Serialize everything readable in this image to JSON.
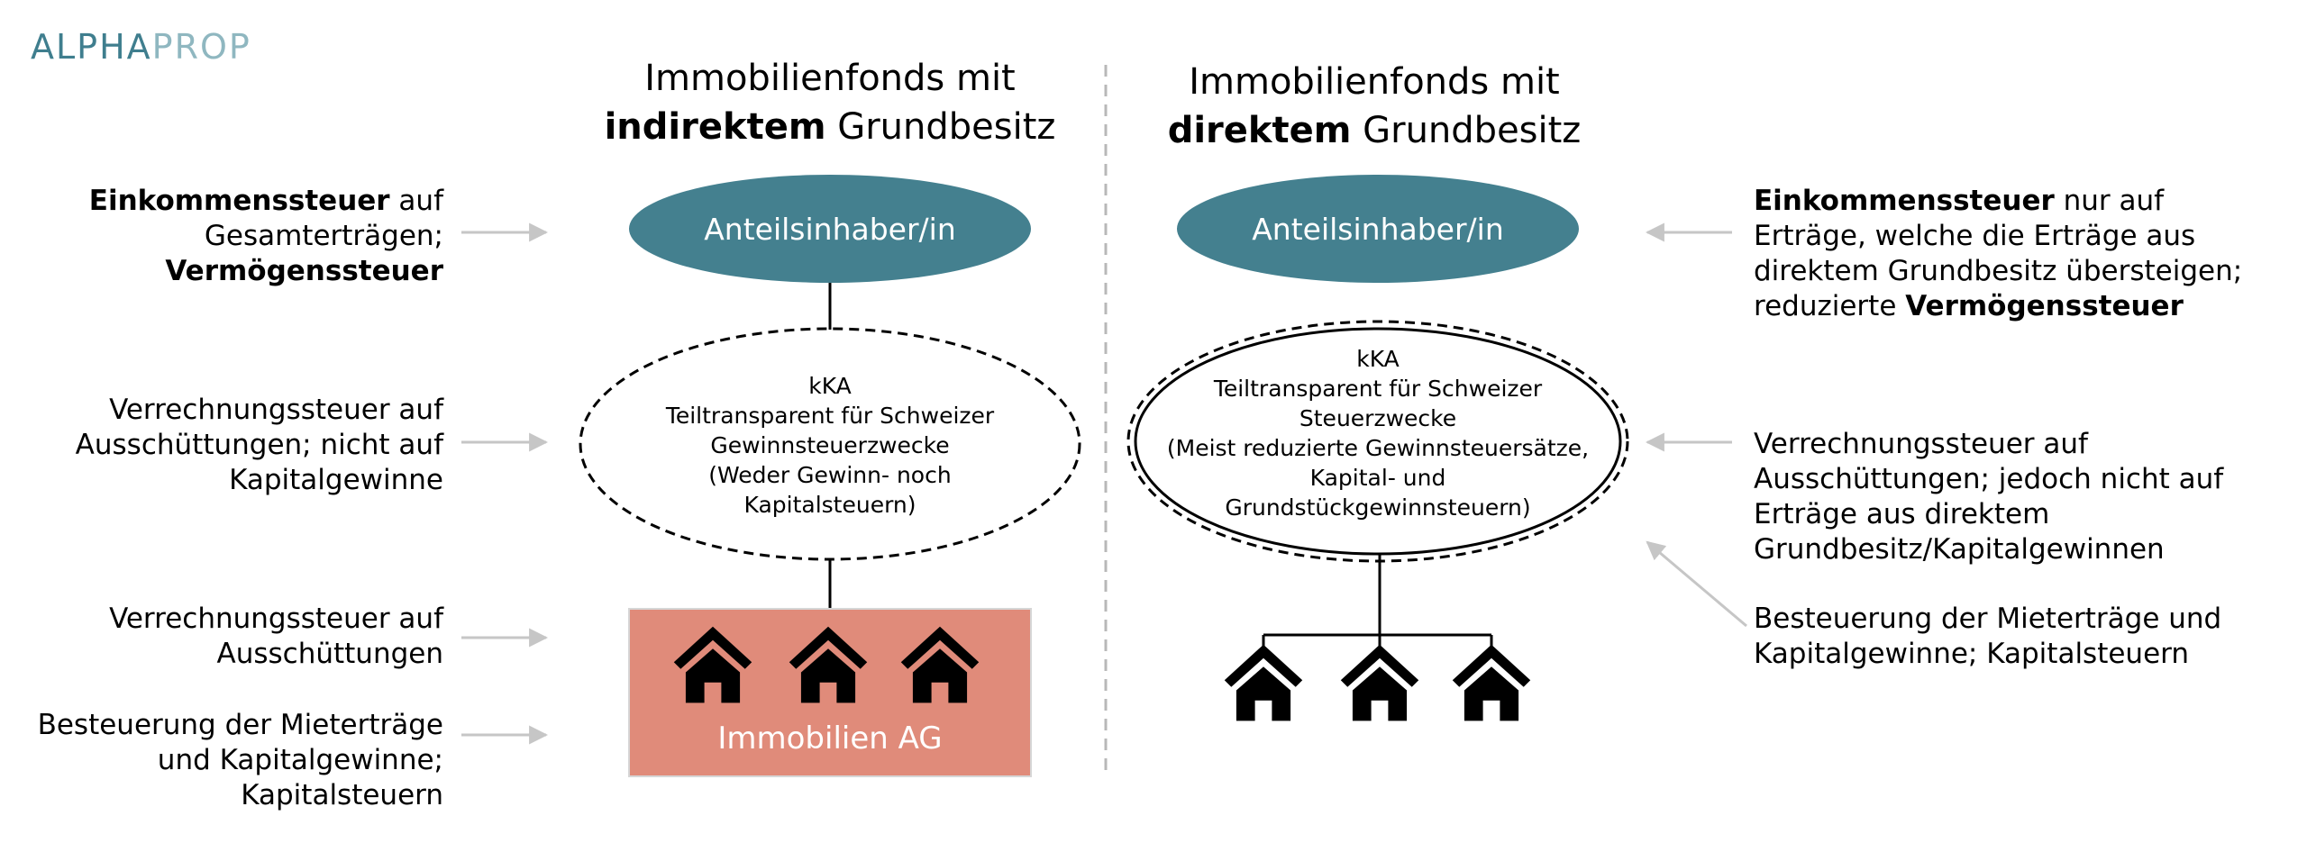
{
  "logo": {
    "part1": "ALPHA",
    "part2": "PROP"
  },
  "left_title": {
    "line1": "Immobilienfonds mit",
    "bold": "indirektem",
    "rest": " Grundbesitz"
  },
  "right_title": {
    "line1": "Immobilienfonds mit",
    "bold": "direktem",
    "rest": " Grundbesitz"
  },
  "shareholder_label": "Anteilsinhaber/in",
  "left_kka": {
    "lines": [
      "kKA",
      "Teiltransparent für Schweizer",
      "Gewinnsteuerzwecke",
      "(Weder Gewinn- noch",
      "Kapitalsteuern)"
    ]
  },
  "right_kka": {
    "lines": [
      "kKA",
      "Teiltransparent für Schweizer",
      "Steuerzwecke",
      "(Meist reduzierte Gewinnsteuersätze,",
      "Kapital- und",
      "Grundstückgewinnsteuern)"
    ]
  },
  "ag_label": "Immobilien AG",
  "left_notes": {
    "n1": {
      "b1": "Einkommenssteuer",
      "t1": " auf",
      "t2": "Gesamterträgen;",
      "b2": "Vermögenssteuer"
    },
    "n2": {
      "l1": "Verrechnungssteuer auf",
      "l2": "Ausschüttungen; nicht auf",
      "l3": "Kapitalgewinne"
    },
    "n3": {
      "l1": "Verrechnungssteuer auf",
      "l2": "Ausschüttungen"
    },
    "n4": {
      "l1": "Besteuerung der Mieterträge",
      "l2": "und Kapitalgewinne;",
      "l3": "Kapitalsteuern"
    }
  },
  "right_notes": {
    "n1": {
      "b1": "Einkommenssteuer",
      "t1": " nur auf",
      "t2": "Erträge, welche die Erträge aus",
      "t3": "direktem Grundbesitz übersteigen;",
      "t4": "reduzierte ",
      "b2": "Vermögenssteuer"
    },
    "n2": {
      "l1": "Verrechnungssteuer auf",
      "l2": "Ausschüttungen; jedoch nicht auf",
      "l3": "Erträge aus direktem",
      "l4": "Grundbesitz/Kapitalgewinnen"
    },
    "n3": {
      "l1": "Besteuerung der Mieterträge und",
      "l2": "Kapitalgewinne; Kapitalsteuern"
    }
  },
  "colors": {
    "teal": "#44808f",
    "salmon": "#e08b7a",
    "arrow": "#c6c6c6",
    "divider": "#b8b8b8"
  },
  "icons": [
    "house-icon"
  ]
}
